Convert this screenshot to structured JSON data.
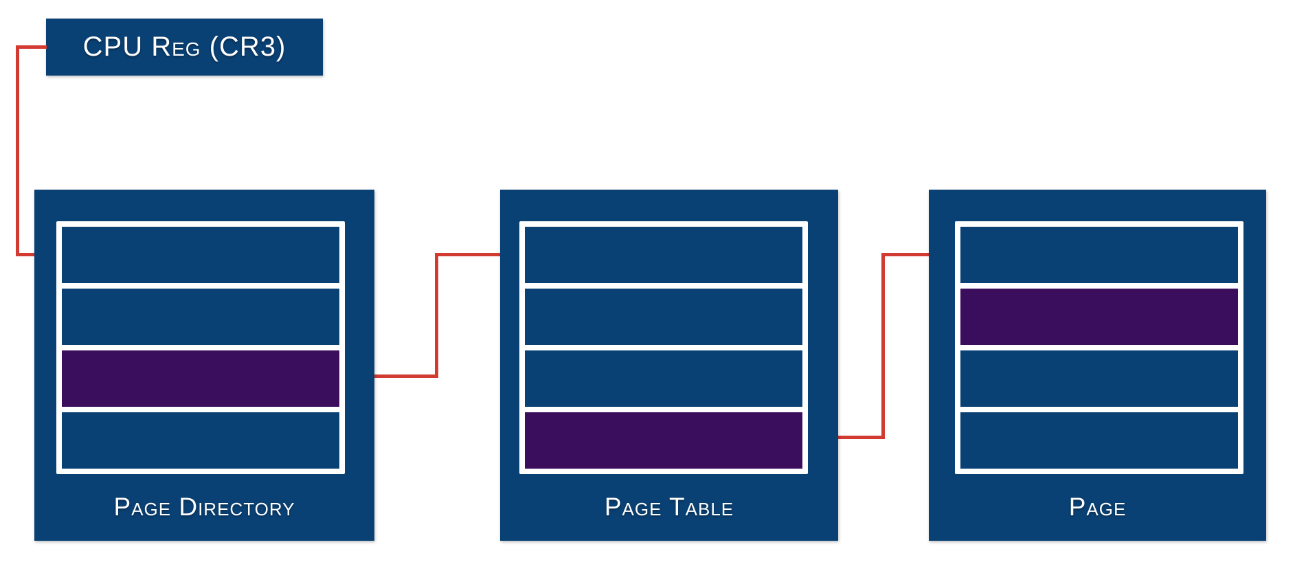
{
  "diagram": {
    "title_implied": "x86 paging lookup",
    "colors": {
      "background": "#FFFFFF",
      "box_blue": "#0A4174",
      "highlight_purple": "#3B0D5D",
      "connector_red": "#D23B32",
      "row_border_white": "#FFFFFF",
      "text_white": "#FFFFFF"
    },
    "cpu_register": {
      "label": "CPU Reg (CR3)"
    },
    "blocks": [
      {
        "id": "page-directory",
        "label": "Page Directory",
        "rows": 4,
        "highlighted_row": 3
      },
      {
        "id": "page-table",
        "label": "Page Table",
        "rows": 4,
        "highlighted_row": 4
      },
      {
        "id": "page",
        "label": "Page",
        "rows": 4,
        "highlighted_row": 2
      }
    ],
    "connections": [
      {
        "from": "cpu-register",
        "to": "page-directory row 1"
      },
      {
        "from": "page-directory highlighted row",
        "to": "page-table row 1"
      },
      {
        "from": "page-table highlighted row",
        "to": "page row 1"
      }
    ]
  }
}
